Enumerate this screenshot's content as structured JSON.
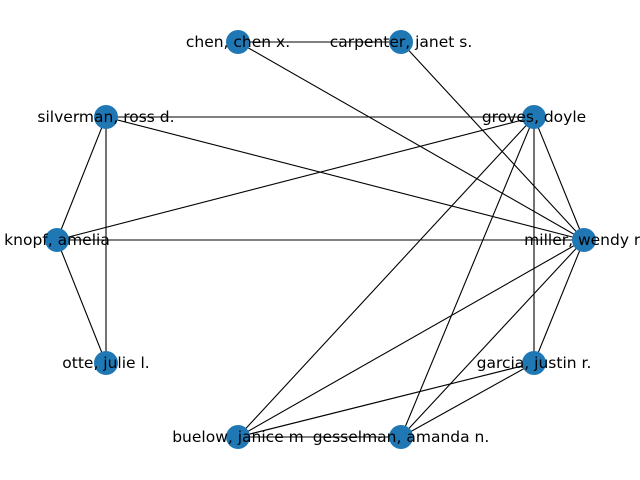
{
  "node_color": "#1f77b4",
  "edge_color": "#000000",
  "nodes": [
    {
      "id": "carpenter",
      "label": "carpenter, janet s."
    },
    {
      "id": "chen",
      "label": "chen, chen x."
    },
    {
      "id": "silverman",
      "label": "silverman, ross d."
    },
    {
      "id": "knopf",
      "label": "knopf, amelia"
    },
    {
      "id": "otte",
      "label": "otte, julie l."
    },
    {
      "id": "buelow",
      "label": "buelow, janice m"
    },
    {
      "id": "gesselman",
      "label": "gesselman, amanda n."
    },
    {
      "id": "garcia",
      "label": "garcia, justin r."
    },
    {
      "id": "miller",
      "label": "miller, wendy r."
    },
    {
      "id": "groves",
      "label": "groves, doyle"
    }
  ],
  "edges": [
    [
      "chen",
      "carpenter"
    ],
    [
      "chen",
      "miller"
    ],
    [
      "carpenter",
      "miller"
    ],
    [
      "silverman",
      "groves"
    ],
    [
      "silverman",
      "miller"
    ],
    [
      "silverman",
      "knopf"
    ],
    [
      "silverman",
      "otte"
    ],
    [
      "knopf",
      "groves"
    ],
    [
      "knopf",
      "miller"
    ],
    [
      "knopf",
      "otte"
    ],
    [
      "groves",
      "miller"
    ],
    [
      "groves",
      "garcia"
    ],
    [
      "groves",
      "buelow"
    ],
    [
      "groves",
      "gesselman"
    ],
    [
      "miller",
      "garcia"
    ],
    [
      "miller",
      "buelow"
    ],
    [
      "miller",
      "gesselman"
    ],
    [
      "garcia",
      "buelow"
    ],
    [
      "garcia",
      "gesselman"
    ],
    [
      "buelow",
      "gesselman"
    ]
  ]
}
